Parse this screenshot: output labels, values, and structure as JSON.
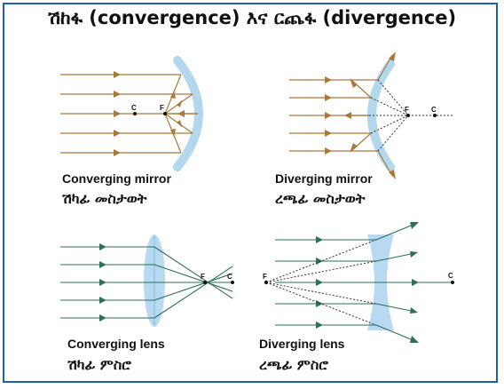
{
  "title": "ሽከፋ (convergence) እና ርጨፋ (divergence)",
  "panels": {
    "converging_mirror": {
      "label_en": "Converging mirror",
      "label_am": "ሽካፊ መስታወት",
      "point_c": "C",
      "point_f": "F"
    },
    "diverging_mirror": {
      "label_en": "Diverging mirror",
      "label_am": "ረጫፊ መስታወት",
      "point_f": "F",
      "point_c": "C"
    },
    "converging_lens": {
      "label_en": "Converging lens",
      "label_am": "ሽካፊ ምስሮ",
      "point_f": "F",
      "point_c": "C"
    },
    "diverging_lens": {
      "label_en": "Diverging lens",
      "label_am": "ረጫፊ ምስሮ",
      "point_f": "F",
      "point_c": "C"
    }
  },
  "colors": {
    "frame": "#1f5fb0",
    "mirror": "#b3d8ee",
    "lens": "#aad4f0",
    "mirror_ray": "#a8793a",
    "lens_ray": "#2e6f55"
  }
}
